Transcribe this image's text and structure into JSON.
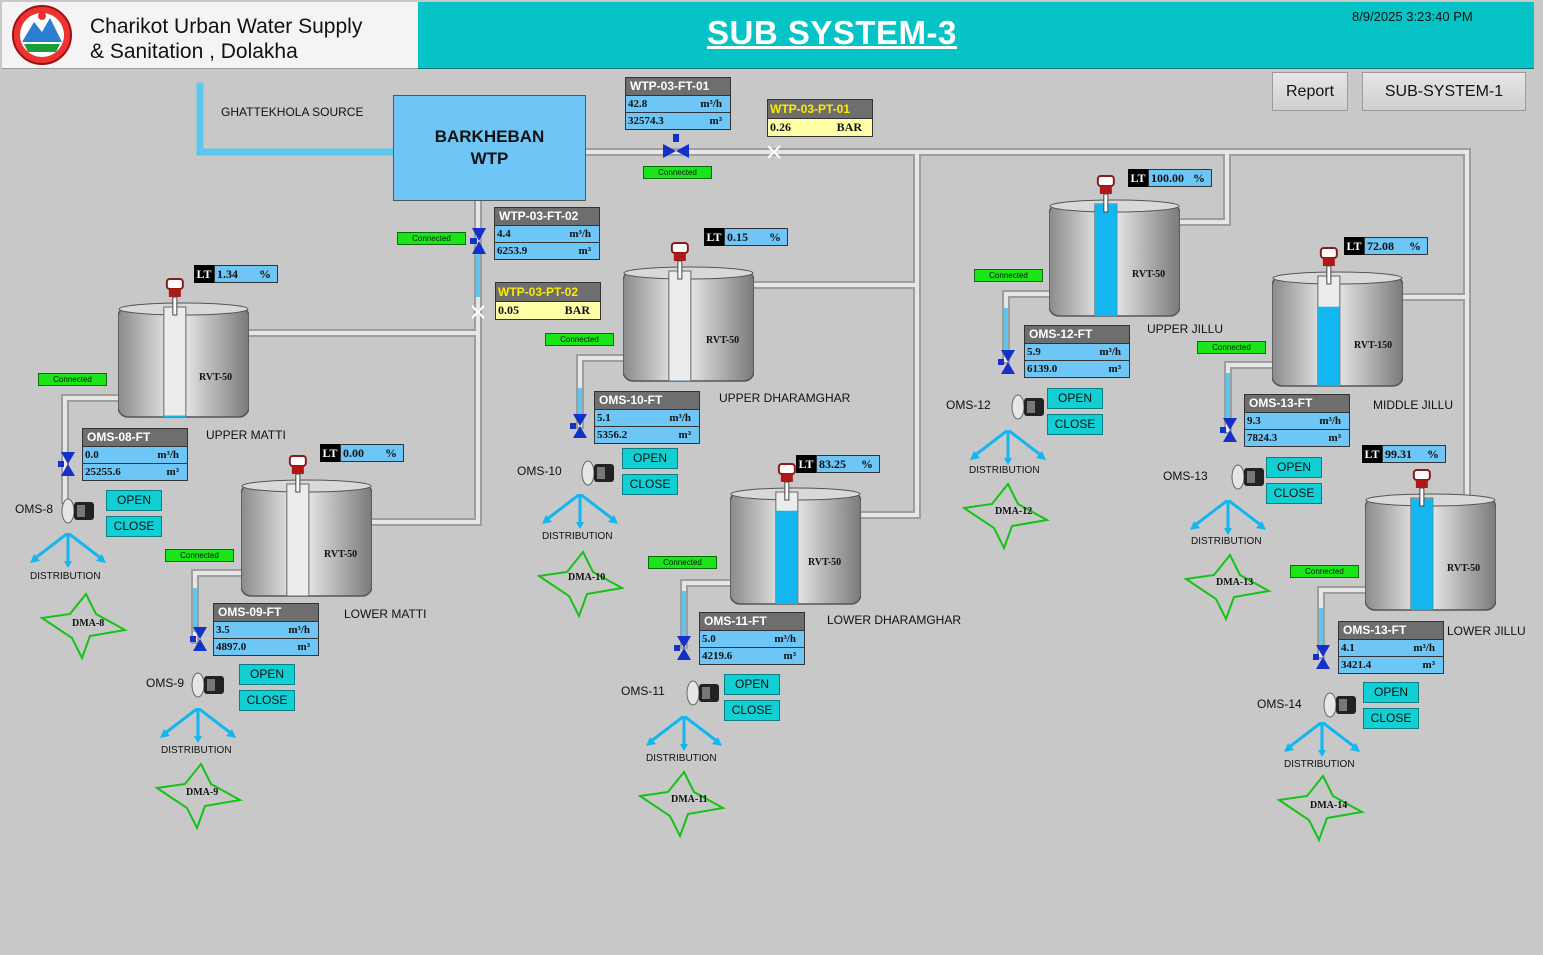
{
  "header": {
    "org_name": "Charikot Urban Water Supply\n& Sanitation , Dolakha",
    "title": "SUB SYSTEM-3",
    "datetime": "8/9/2025 3:23:40 PM"
  },
  "nav": {
    "report": "Report",
    "subsystem1": "SUB-SYSTEM-1"
  },
  "source": {
    "label": "GHATTEKHOLA SOURCE"
  },
  "wtp": {
    "line1": "BARKHEBAN",
    "line2": "WTP"
  },
  "ft01": {
    "title": "WTP-03-FT-01",
    "flow": "42.8",
    "flow_unit": "m³/h",
    "total": "32574.3",
    "total_unit": "m³"
  },
  "pt01": {
    "title": "WTP-03-PT-01",
    "value": "0.26",
    "unit": "BAR"
  },
  "ft02": {
    "title": "WTP-03-FT-02",
    "flow": "4.4",
    "flow_unit": "m³/h",
    "total": "6253.9",
    "total_unit": "m³"
  },
  "pt02": {
    "title": "WTP-03-PT-02",
    "value": "0.05",
    "unit": "BAR"
  },
  "status": {
    "connected": "Connected"
  },
  "common": {
    "lt": "LT",
    "pct": "%",
    "open": "OPEN",
    "close": "CLOSE",
    "distribution": "DISTRIBUTION"
  },
  "tanks": [
    {
      "name": "UPPER MATTI",
      "type": "RVT-50",
      "level": "1.34",
      "fill": 0.0134
    },
    {
      "name": "LOWER MATTI",
      "type": "RVT-50",
      "level": "0.00",
      "fill": 0.0
    },
    {
      "name": "UPPER DHARAMGHAR",
      "type": "RVT-50",
      "level": "0.15",
      "fill": 0.0015
    },
    {
      "name": "LOWER DHARAMGHAR",
      "type": "RVT-50",
      "level": "83.25",
      "fill": 0.8325
    },
    {
      "name": "UPPER JILLU",
      "type": "RVT-50",
      "level": "100.00",
      "fill": 1.0
    },
    {
      "name": "MIDDLE JILLU",
      "type": "RVT-150",
      "level": "72.08",
      "fill": 0.7208
    },
    {
      "name": "LOWER JILLU",
      "type": "RVT-50",
      "level": "99.31",
      "fill": 0.9931
    }
  ],
  "meters": [
    {
      "title": "OMS-08-FT",
      "flow": "0.0",
      "total": "25255.6",
      "station": "OMS-8",
      "dma": "DMA-8"
    },
    {
      "title": "OMS-09-FT",
      "flow": "3.5",
      "total": "4897.0",
      "station": "OMS-9",
      "dma": "DMA-9"
    },
    {
      "title": "OMS-10-FT",
      "flow": "5.1",
      "total": "5356.2",
      "station": "OMS-10",
      "dma": "DMA-10"
    },
    {
      "title": "OMS-11-FT",
      "flow": "5.0",
      "total": "4219.6",
      "station": "OMS-11",
      "dma": "DMA-11"
    },
    {
      "title": "OMS-12-FT",
      "flow": "5.9",
      "total": "6139.0",
      "station": "OMS-12",
      "dma": "DMA-12"
    },
    {
      "title": "OMS-13-FT",
      "flow": "9.3",
      "total": "7824.3",
      "station": "OMS-13",
      "dma": "DMA-13"
    },
    {
      "title": "OMS-13-FT",
      "flow": "4.1",
      "total": "3421.4",
      "station": "OMS-14",
      "dma": "DMA-14"
    }
  ],
  "colors": {
    "header": "#06c4c6",
    "water": "#14b6ef",
    "pipe": "#d8d8d8",
    "tag": "#6dc6f5",
    "connected": "#19e619",
    "button": "#12cfd3",
    "valve": "#1430c8"
  }
}
